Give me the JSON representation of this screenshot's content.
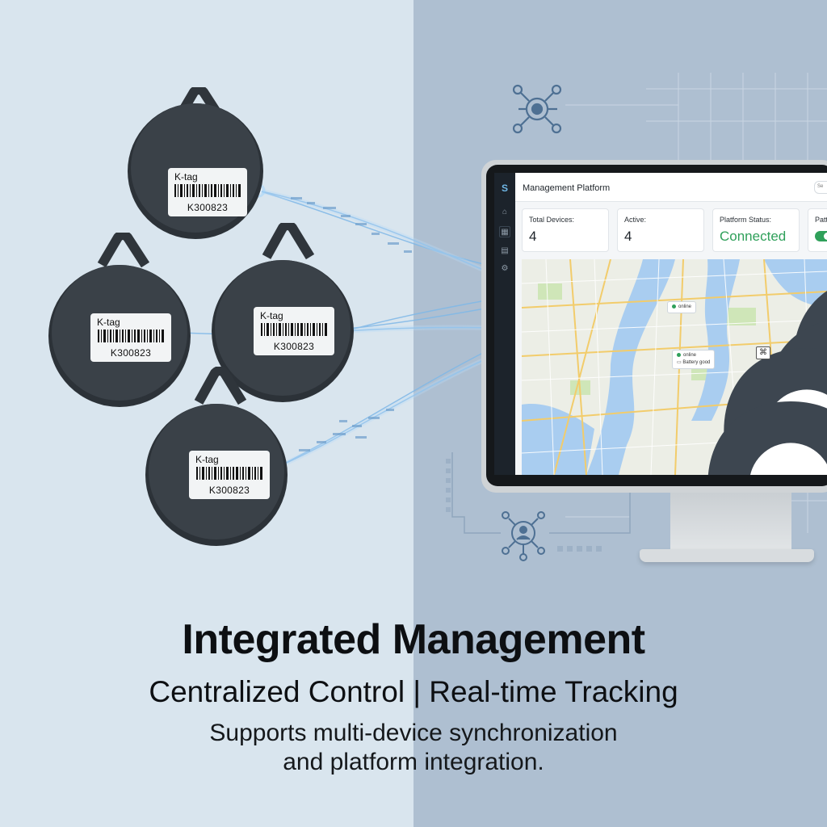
{
  "tags": [
    {
      "name": "K-tag",
      "id": "K300823"
    },
    {
      "name": "K-tag",
      "id": "K300823"
    },
    {
      "name": "K-tag",
      "id": "K300823"
    },
    {
      "name": "K-tag",
      "id": "K300823"
    }
  ],
  "platform": {
    "title": "Management Platform",
    "header_control": "Se",
    "cards": [
      {
        "label": "Total Devices:",
        "value": "4"
      },
      {
        "label": "Active:",
        "value": "4"
      },
      {
        "label": "Platform Status:",
        "value": "Connected"
      },
      {
        "label": "Patt"
      }
    ],
    "map_popups": [
      {
        "line1": "online"
      },
      {
        "line1": "online",
        "line2": "Battery good"
      }
    ]
  },
  "headline": "Integrated Management",
  "subheadline": "Centralized Control | Real-time Tracking",
  "description": {
    "line1": "Supports multi-device synchronization",
    "line2": "and platform integration."
  },
  "colors": {
    "left_bg": "#d9e5ee",
    "right_bg": "#aebfd1",
    "status_green": "#2fa05a",
    "tag_body": "#3a4047"
  },
  "icons": [
    "network-hub-icon",
    "user-network-icon",
    "location-pin-icon",
    "home-icon",
    "grid-icon",
    "settings-icon"
  ]
}
